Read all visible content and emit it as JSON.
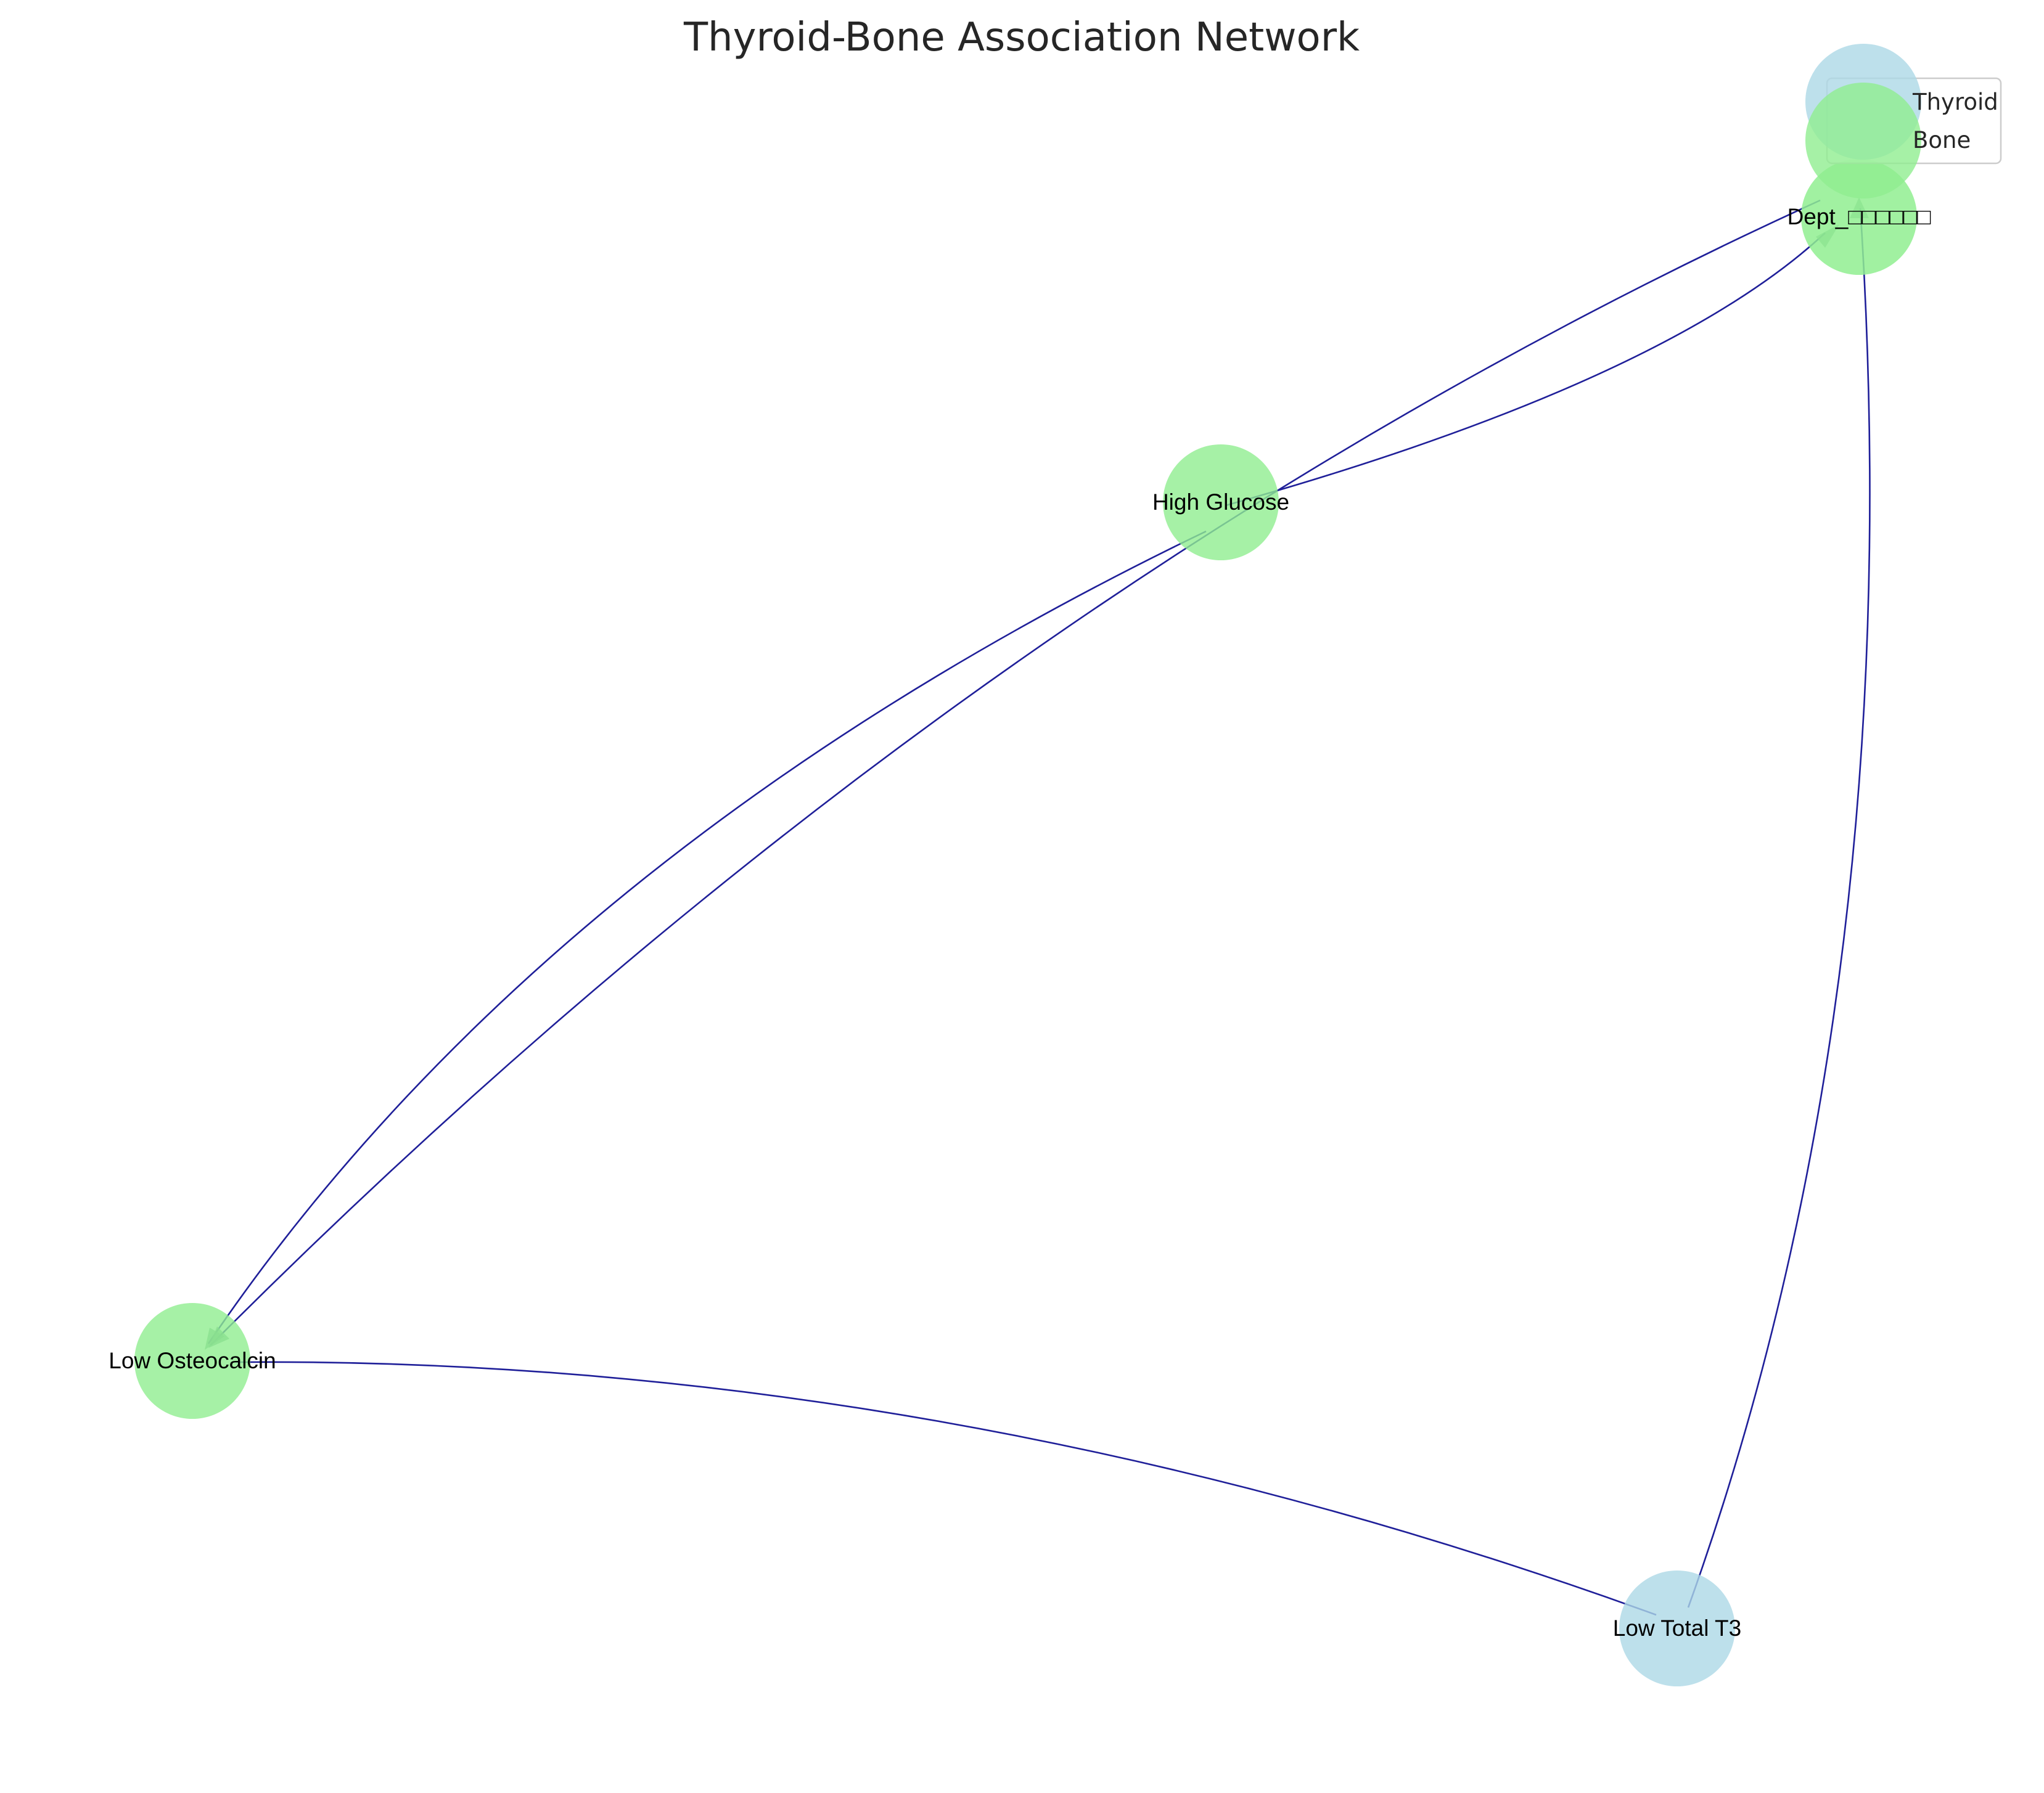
{
  "title": "Thyroid-Bone Association Network",
  "categories": [
    {
      "name": "Thyroid",
      "color": "#add8e6"
    },
    {
      "name": "Bone",
      "color": "#90ee90"
    }
  ],
  "nodes": [
    {
      "id": "dept",
      "label": "Dept_□□□□□□",
      "category": "Bone"
    },
    {
      "id": "glucose",
      "label": "High Glucose",
      "category": "Bone"
    },
    {
      "id": "osteocalcin",
      "label": "Low Osteocalcin",
      "category": "Bone"
    },
    {
      "id": "t3",
      "label": "Low Total T3",
      "category": "Thyroid"
    }
  ],
  "edges": [
    {
      "from": "glucose",
      "to": "dept"
    },
    {
      "from": "dept",
      "to": "osteocalcin"
    },
    {
      "from": "glucose",
      "to": "osteocalcin"
    },
    {
      "from": "t3",
      "to": "dept"
    },
    {
      "from": "t3",
      "to": "osteocalcin"
    }
  ],
  "colors": {
    "edge": "#1f1f99",
    "arrowhead": "#6fa58a"
  }
}
